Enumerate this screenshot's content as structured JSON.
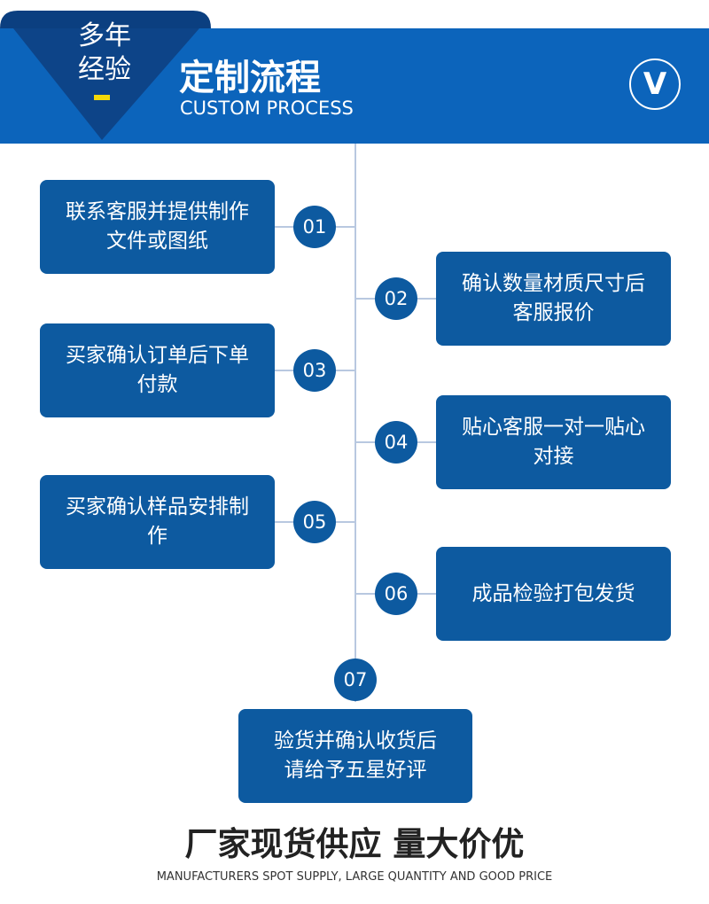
{
  "header": {
    "badge": [
      "多年",
      "经验"
    ],
    "title": "定制流程",
    "subtitle": "CUSTOM PROCESS",
    "logo": "V"
  },
  "steps": [
    {
      "num": "01",
      "text": "联系客服并提供制作文件或图纸"
    },
    {
      "num": "02",
      "text": "确认数量材质尺寸后客服报价"
    },
    {
      "num": "03",
      "text": "买家确认订单后下单付款"
    },
    {
      "num": "04",
      "text": "贴心客服一对一贴心对接"
    },
    {
      "num": "05",
      "text": "买家确认样品安排制作"
    },
    {
      "num": "06",
      "text": "成品检验打包发货"
    },
    {
      "num": "07",
      "text": "验货并确认收货后请给予五星好评"
    }
  ],
  "footer": {
    "title": "厂家现货供应 量大价优",
    "subtitle": "MANUFACTURERS SPOT SUPPLY, LARGE QUANTITY AND GOOD PRICE"
  }
}
